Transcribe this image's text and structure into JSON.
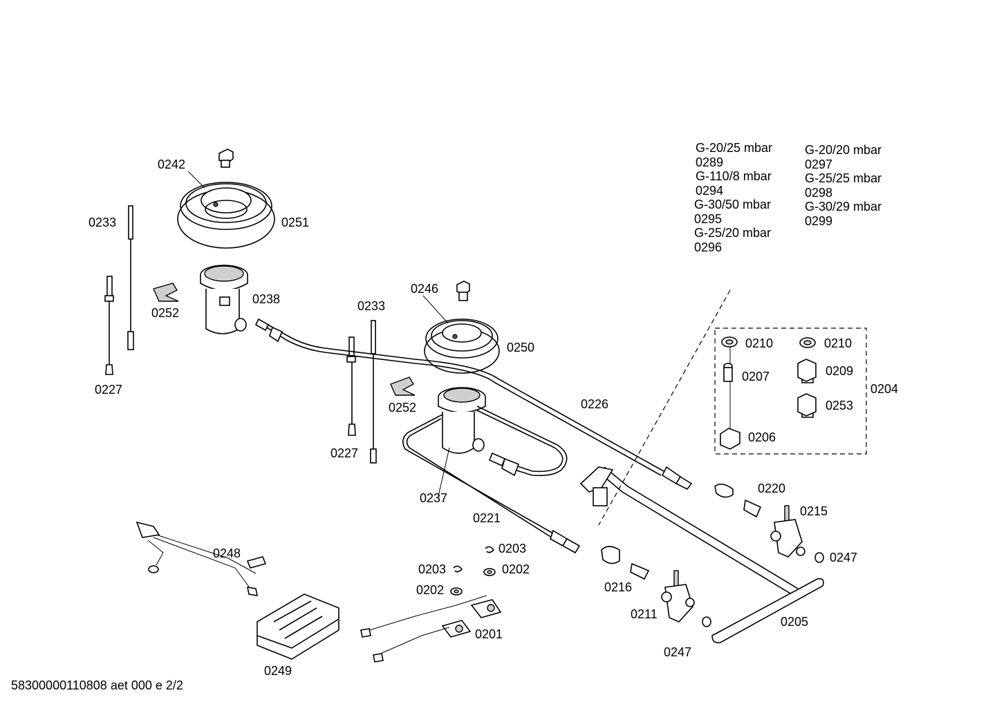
{
  "footer_text": "58300000110808 aet 000 e 2/2",
  "gas_variants": {
    "left": [
      {
        "gas": "G-20/25 mbar",
        "code": "0289"
      },
      {
        "gas": "G-110/8 mbar",
        "code": "0294"
      },
      {
        "gas": "G-30/50 mbar",
        "code": "0295"
      },
      {
        "gas": "G-25/20 mbar",
        "code": "0296"
      }
    ],
    "right": [
      {
        "gas": "G-20/20 mbar",
        "code": "0297"
      },
      {
        "gas": "G-25/25 mbar",
        "code": "0298"
      },
      {
        "gas": "G-30/29 mbar",
        "code": "0299"
      }
    ]
  },
  "part_labels": {
    "p0242": "0242",
    "p0233a": "0233",
    "p0251": "0251",
    "p0238": "0238",
    "p0252a": "0252",
    "p0227a": "0227",
    "p0246": "0246",
    "p0233b": "0233",
    "p0250": "0250",
    "p0252b": "0252",
    "p0227b": "0227",
    "p0226": "0226",
    "p0237": "0237",
    "p0221": "0221",
    "p0210a": "0210",
    "p0210b": "0210",
    "p0207": "0207",
    "p0209": "0209",
    "p0204": "0204",
    "p0253": "0253",
    "p0206": "0206",
    "p0220": "0220",
    "p0215": "0215",
    "p0247a": "0247",
    "p0248": "0248",
    "p0203a": "0203",
    "p0203b": "0203",
    "p0202a": "0202",
    "p0202b": "0202",
    "p0216": "0216",
    "p0211": "0211",
    "p0205": "0205",
    "p0201": "0201",
    "p0247b": "0247",
    "p0249": "0249"
  }
}
